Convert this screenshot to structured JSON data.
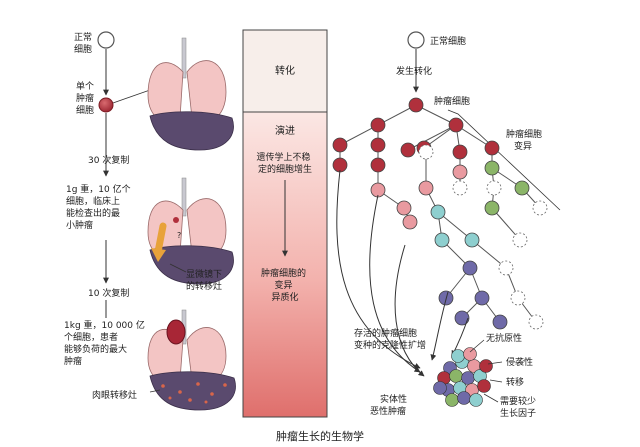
{
  "left": {
    "normal_cell": [
      "正常",
      "细胞"
    ],
    "single_tumor_cell": [
      "单个",
      "肿瘤",
      "细胞"
    ],
    "replication_30": "30 次复制",
    "smallest_tumor": [
      "1g 重，10 亿个",
      "细胞，临床上",
      "能检查出的最",
      "小肿瘤"
    ],
    "micro_metastasis": [
      "显微镜下",
      "的转移灶"
    ],
    "replication_10": "10 次复制",
    "largest_tumor": [
      "1kg 重，10 000 亿",
      "个细胞，患者",
      "能够负荷的最大",
      "肿瘤"
    ],
    "gross_metastasis": "肉眼转移灶"
  },
  "middle": {
    "transformation": "转化",
    "progression": "演进",
    "genetic_instability": [
      "遗传学上不稳",
      "定的细胞增生"
    ],
    "heterogeneity": [
      "肿瘤细胞的",
      "变异",
      "异质化"
    ]
  },
  "right": {
    "normal_cell": "正常细胞",
    "transformation": "发生转化",
    "tumor_cell": "肿瘤细胞",
    "tumor_variation": [
      "肿瘤细胞",
      "变异"
    ],
    "survivor_clones": [
      "存活的肿瘤细胞",
      "变种的克隆性扩增"
    ],
    "solid_tumor": [
      "实体性",
      "恶性肿瘤"
    ],
    "properties": [
      "无抗原性",
      "侵袭性",
      "转移",
      "需要较少",
      "生长因子"
    ]
  },
  "caption": "肿瘤生长的生物学",
  "colors": {
    "tumor_red": "#b0303c",
    "pink": "#e99aa0",
    "teal": "#8ecfcf",
    "green": "#8bb568",
    "purple": "#6f6aa8",
    "liver": "#5a4a6e",
    "lung": "#f3c5c4"
  }
}
